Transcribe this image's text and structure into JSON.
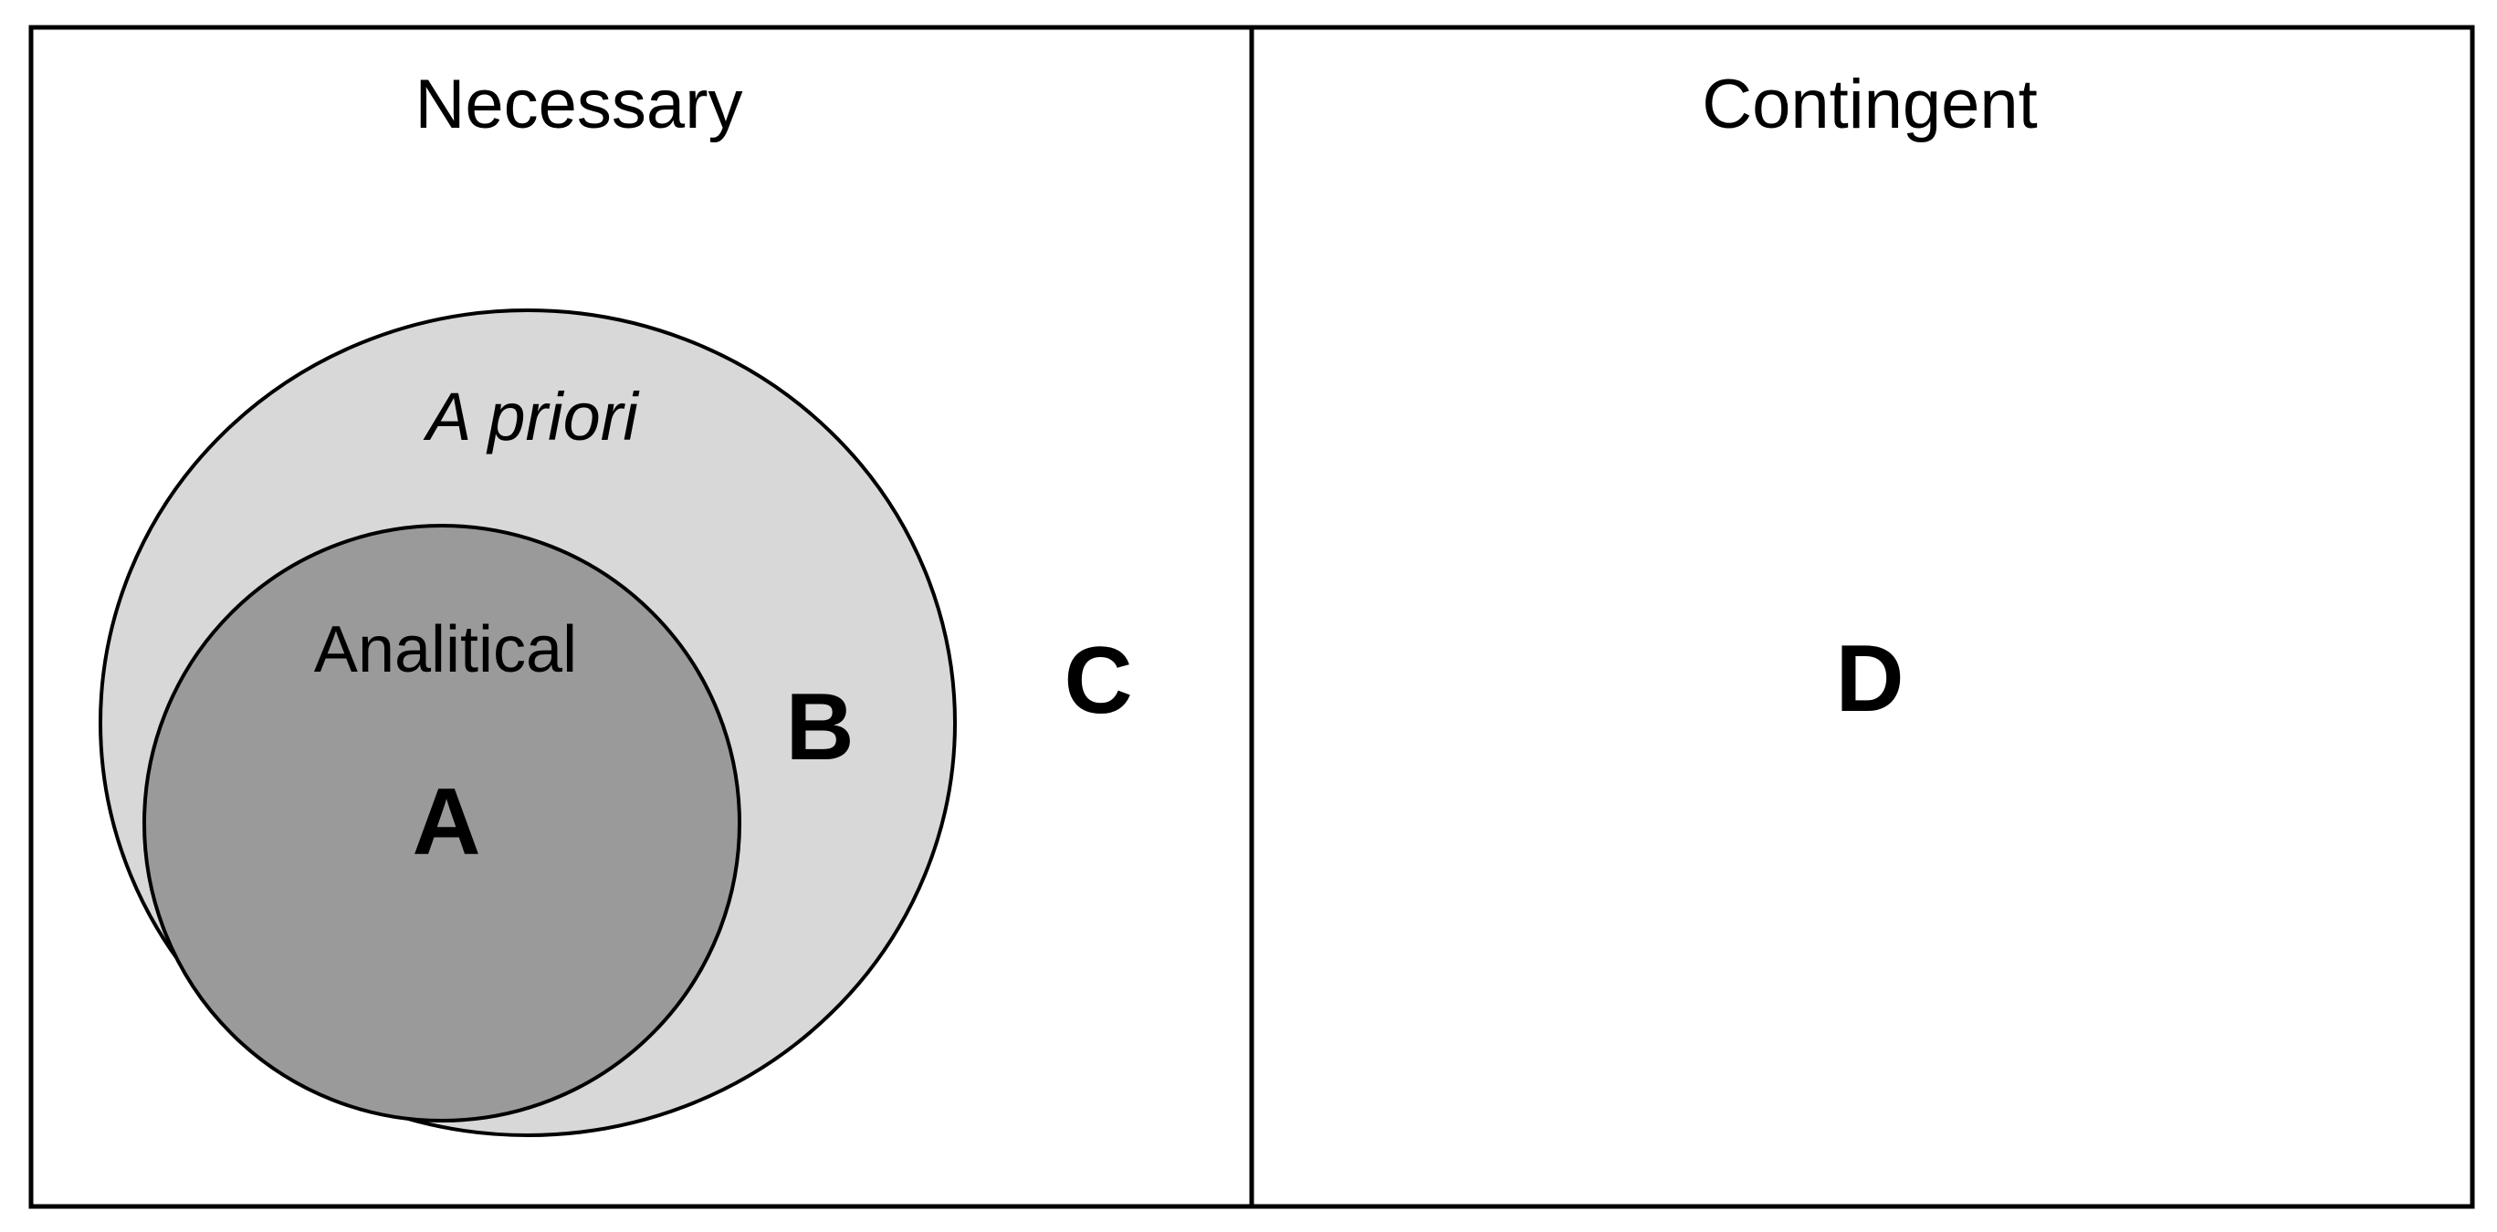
{
  "left_panel": {
    "title": "Necessary",
    "outer_circle_label": "A priori",
    "inner_circle_label": "Analitical",
    "region_a": "A",
    "region_b": "B",
    "region_c": "C"
  },
  "right_panel": {
    "title": "Contingent",
    "region_d": "D"
  },
  "colors": {
    "background": "#ffffff",
    "line": "#000000",
    "a_priori_fill": "#d8d8d8",
    "analytical_fill": "#9a9a9a"
  }
}
